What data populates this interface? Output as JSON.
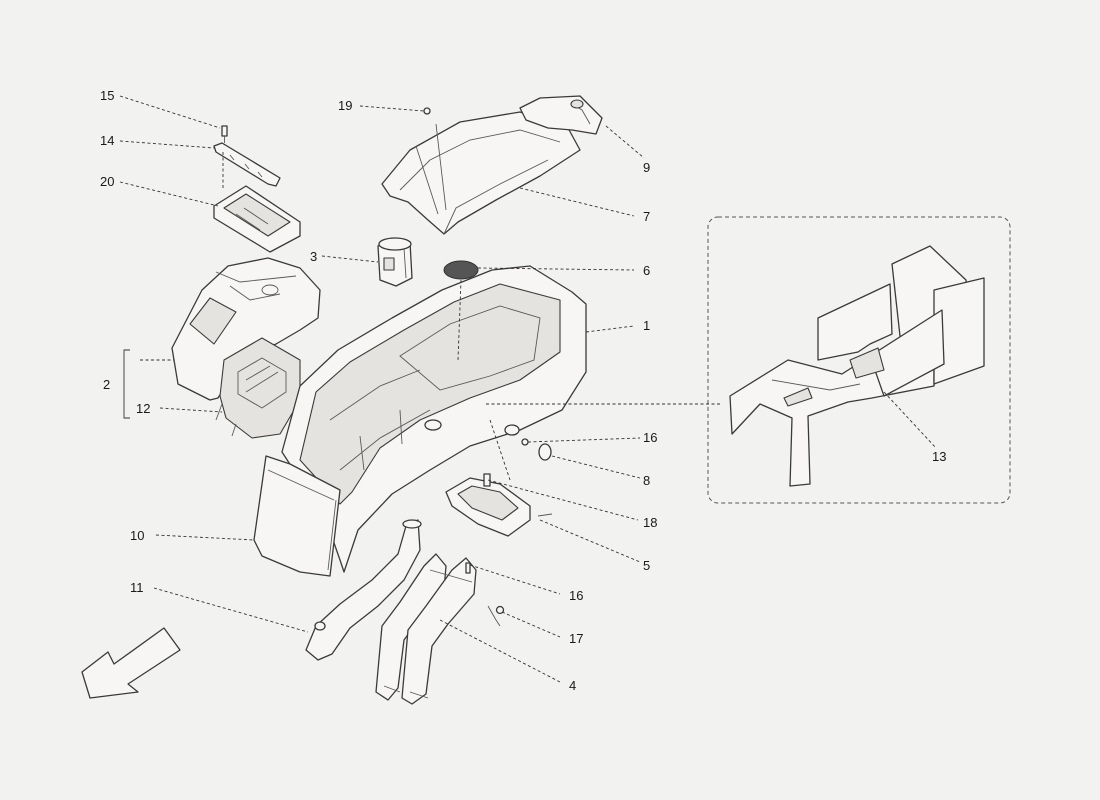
{
  "callouts": {
    "c1": "1",
    "c2": "2",
    "c3": "3",
    "c4": "4",
    "c5": "5",
    "c6": "6",
    "c7": "7",
    "c8": "8",
    "c9": "9",
    "c10": "10",
    "c11": "11",
    "c12": "12",
    "c13": "13",
    "c14": "14",
    "c15": "15",
    "c16a": "16",
    "c16b": "16",
    "c17": "17",
    "c18": "18",
    "c19": "19",
    "c20": "20"
  },
  "colors": {
    "background": "#f2f2f0",
    "line": "#3a3a3a",
    "fill": "#f7f6f4"
  },
  "icons": {
    "direction_arrow": "arrow-down-left-icon"
  }
}
